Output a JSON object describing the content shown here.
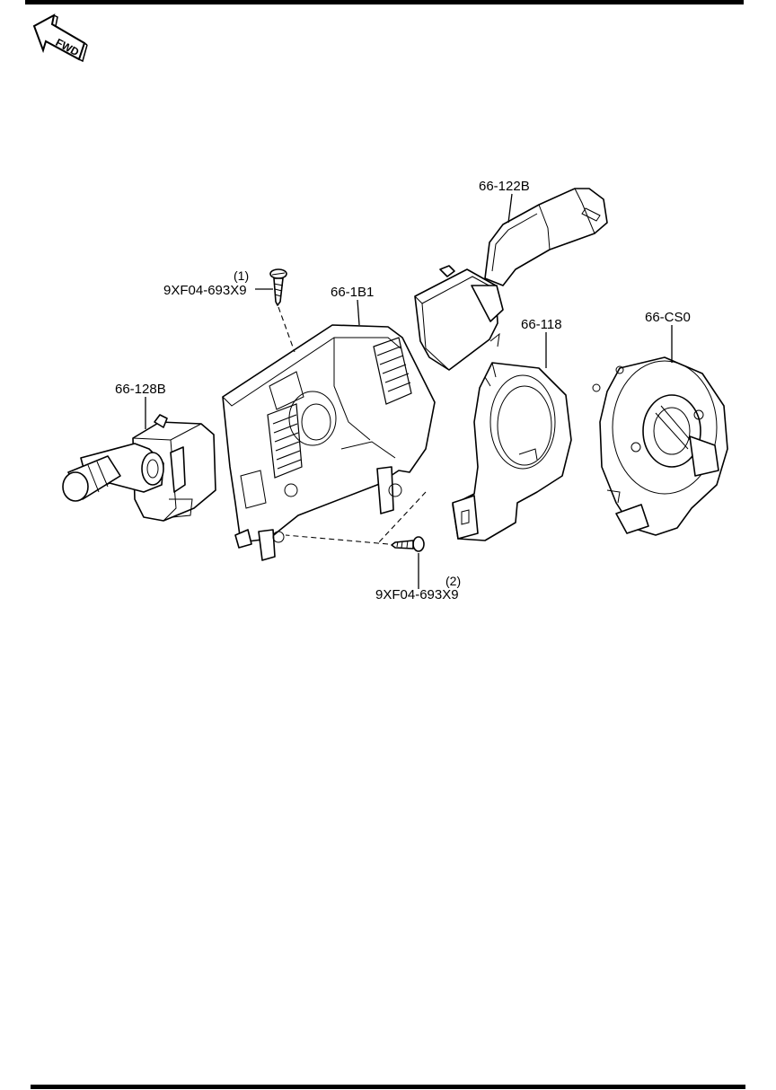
{
  "direction_badge": {
    "text": "FWD"
  },
  "callouts": {
    "upper_lever": {
      "part_no": "66-122B"
    },
    "switch_body": {
      "part_no": "66-1B1"
    },
    "screw_1": {
      "index": "(1)",
      "part_no": "9XF04-693X9"
    },
    "screw_2": {
      "index": "(2)",
      "part_no": "9XF04-693X9"
    },
    "left_lever": {
      "part_no": "66-128B"
    },
    "sensor_ring": {
      "part_no": "66-118"
    },
    "clock_spring": {
      "part_no": "66-CS0"
    }
  }
}
